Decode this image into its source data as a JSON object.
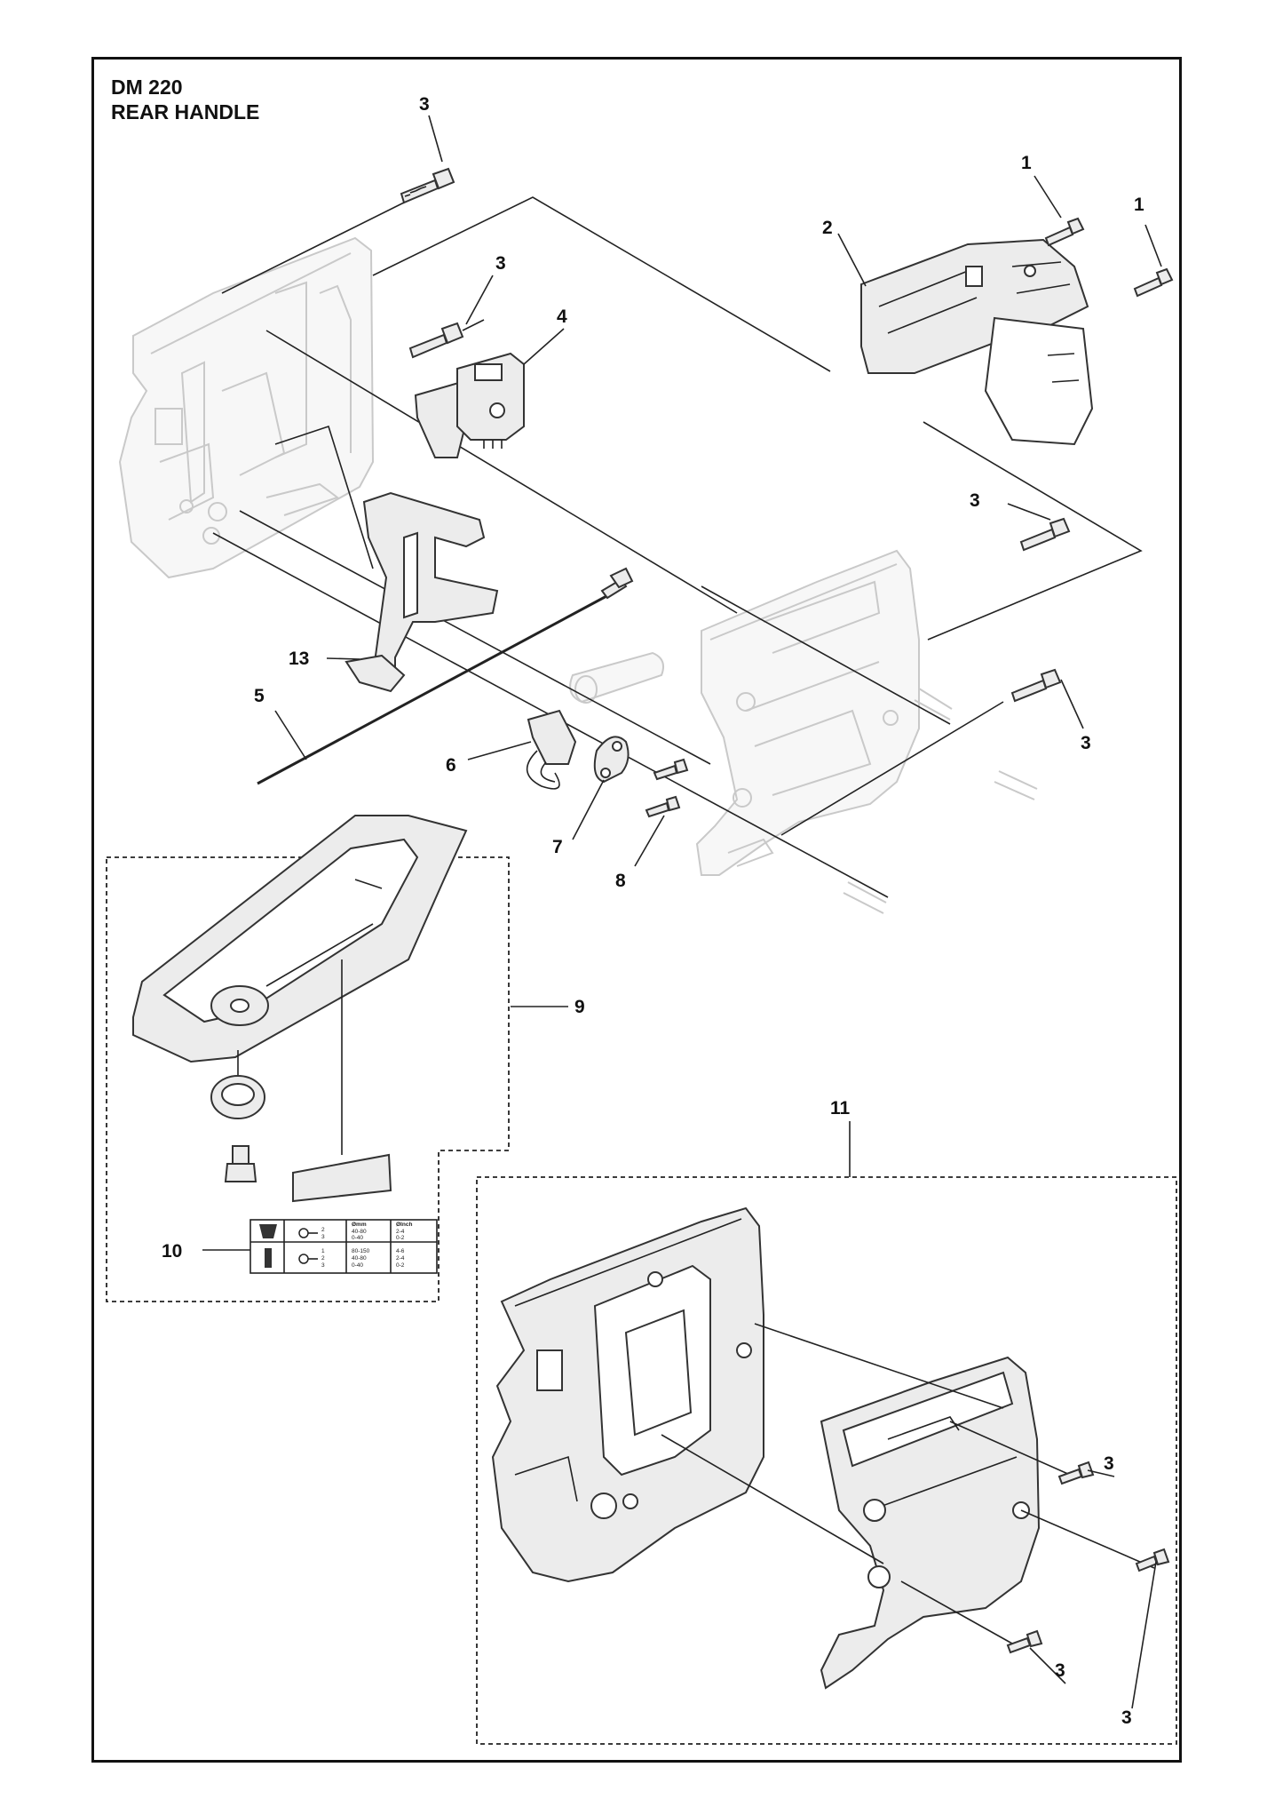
{
  "title": {
    "model": "DM 220",
    "section": "REAR HANDLE"
  },
  "callouts": {
    "c1a": "1",
    "c1b": "1",
    "c2": "2",
    "c3a": "3",
    "c3b": "3",
    "c3c": "3",
    "c3d": "3",
    "c3e": "3",
    "c3f": "3",
    "c3g": "3",
    "c4": "4",
    "c5": "5",
    "c6": "6",
    "c7": "7",
    "c8": "8",
    "c9": "9",
    "c10": "10",
    "c11": "11",
    "c13": "13"
  },
  "decal_table": {
    "header_mm": "Ømm",
    "header_inch": "ØInch",
    "row1_keys": [
      "2",
      "3"
    ],
    "row1_mm": [
      "40-80",
      "0-40"
    ],
    "row1_inch": [
      "2-4",
      "0-2"
    ],
    "row2_keys": [
      "1",
      "2",
      "3"
    ],
    "row2_mm": [
      "80-150",
      "40-80",
      "0-40"
    ],
    "row2_inch": [
      "4-6",
      "2-4",
      "0-2"
    ]
  }
}
